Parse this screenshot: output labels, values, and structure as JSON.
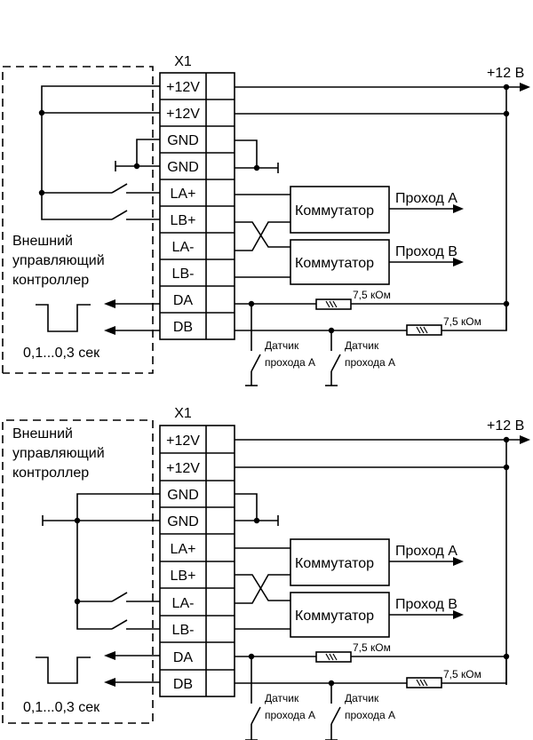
{
  "diagrams": [
    {
      "id": "scheme-1",
      "connector_label": "X1",
      "terminals": [
        "+12V",
        "+12V",
        "GND",
        "GND",
        "LA+",
        "LB+",
        "LA-",
        "LB-",
        "DA",
        "DB"
      ],
      "controller_label": [
        "Внешний",
        "управляющий",
        "контроллер"
      ],
      "pulse_label": "0,1...0,3 сек",
      "power_label": "+12 В",
      "switch_a_label": "Коммутатор",
      "switch_b_label": "Коммутатор",
      "output_a_label": "Проход А",
      "output_b_label": "Проход В",
      "resistor_1_label": "7,5 кОм",
      "resistor_2_label": "7,5 кОм",
      "sensor_1_label": [
        "Датчик",
        "прохода А"
      ],
      "sensor_2_label": [
        "Датчик",
        "прохода А"
      ],
      "controller_contacts_on": [
        "LA+",
        "LB+"
      ]
    },
    {
      "id": "scheme-2",
      "connector_label": "X1",
      "terminals": [
        "+12V",
        "+12V",
        "GND",
        "GND",
        "LA+",
        "LB+",
        "LA-",
        "LB-",
        "DA",
        "DB"
      ],
      "controller_label": [
        "Внешний",
        "управляющий",
        "контроллер"
      ],
      "pulse_label": "0,1...0,3 сек",
      "power_label": "+12 В",
      "switch_a_label": "Коммутатор",
      "switch_b_label": "Коммутатор",
      "output_a_label": "Проход А",
      "output_b_label": "Проход В",
      "resistor_1_label": "7,5 кОм",
      "resistor_2_label": "7,5 кОм",
      "sensor_1_label": [
        "Датчик",
        "прохода А"
      ],
      "sensor_2_label": [
        "Датчик",
        "прохода А"
      ],
      "controller_contacts_on": [
        "LA-",
        "LB-"
      ]
    }
  ]
}
